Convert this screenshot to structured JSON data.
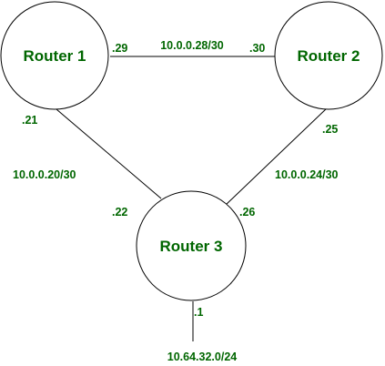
{
  "colors": {
    "label": "#006600",
    "line": "#000000",
    "fill": "#ffffff"
  },
  "routers": {
    "r1": {
      "name": "Router 1"
    },
    "r2": {
      "name": "Router 2"
    },
    "r3": {
      "name": "Router 3"
    }
  },
  "links": {
    "r1_r2": {
      "subnet": "10.0.0.28/30",
      "end_a": ".29",
      "end_b": ".30"
    },
    "r1_r3": {
      "subnet": "10.0.0.20/30",
      "end_a": ".21",
      "end_b": ".22"
    },
    "r2_r3": {
      "subnet": "10.0.0.24/30",
      "end_a": ".25",
      "end_b": ".26"
    },
    "r3_lan": {
      "subnet": "10.64.32.0/24",
      "end_a": ".1"
    }
  }
}
